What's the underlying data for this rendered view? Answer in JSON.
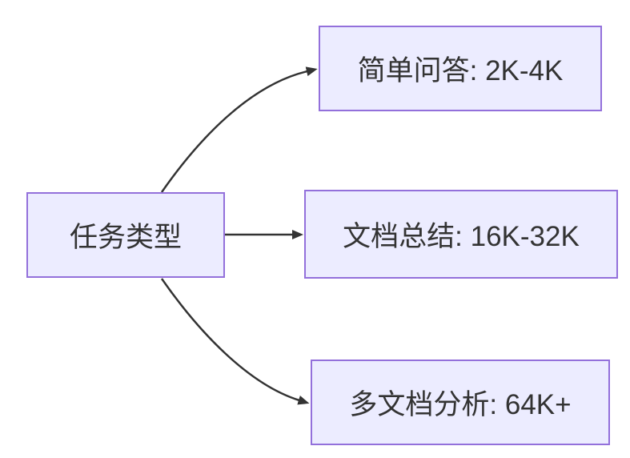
{
  "diagram": {
    "type": "flowchart-LR",
    "root_node": {
      "label": "任务类型"
    },
    "branch_nodes": [
      {
        "label": "简单问答: 2K-4K"
      },
      {
        "label": "文档总结: 16K-32K"
      },
      {
        "label": "多文档分析: 64K+"
      }
    ],
    "edges": [
      {
        "from": "任务类型",
        "to": "简单问答: 2K-4K"
      },
      {
        "from": "任务类型",
        "to": "文档总结: 16K-32K"
      },
      {
        "from": "任务类型",
        "to": "多文档分析: 64K+"
      }
    ],
    "colors": {
      "node_fill": "#ECECFF",
      "node_border": "#9370DB",
      "edge": "#333333",
      "text": "#333333"
    }
  }
}
